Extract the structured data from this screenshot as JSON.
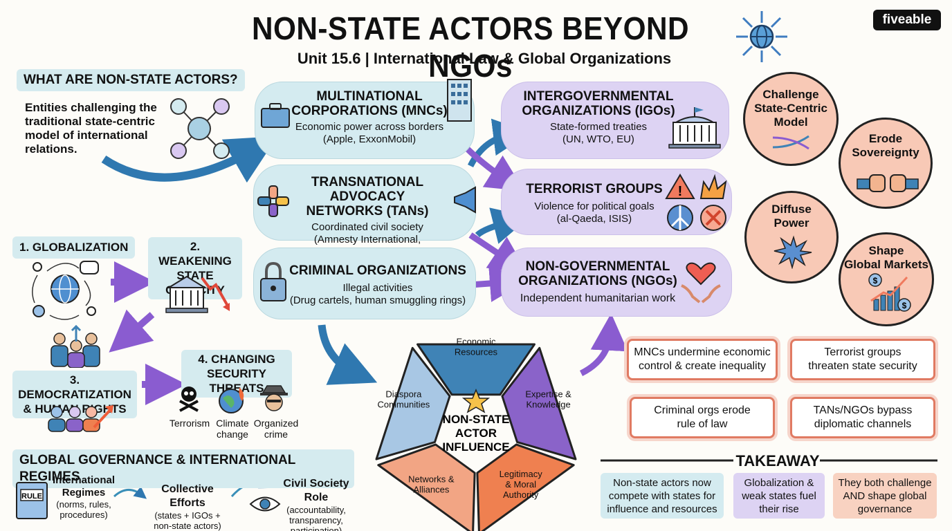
{
  "header": {
    "title": "NON-STATE ACTORS BEYOND NGOs",
    "subtitle": "Unit 15.6 | International Law & Global Organizations",
    "brand": "fiveable"
  },
  "what": {
    "heading": "WHAT ARE NON-STATE ACTORS?",
    "body": [
      "Entities challenging the",
      "traditional state-centric",
      "model of international",
      "relations."
    ]
  },
  "actors": {
    "mnc": {
      "title": [
        "MULTINATIONAL",
        "CORPORATIONS (MNCs)"
      ],
      "desc": "Economic power across borders",
      "examples": "(Apple, ExxonMobil)"
    },
    "tan": {
      "title": [
        "TRANSNATIONAL ADVOCACY",
        "NETWORKS (TANs)"
      ],
      "desc": "Coordinated civil society",
      "examples": "(Amnesty International, Greenpeace)"
    },
    "crim": {
      "title": [
        "CRIMINAL ORGANIZATIONS"
      ],
      "desc": "Illegal activities",
      "examples": "(Drug cartels, human smuggling rings)"
    },
    "igo": {
      "title": [
        "INTERGOVERNMENTAL",
        "ORGANIZATIONS (IGOs)"
      ],
      "desc": "State-formed treaties",
      "examples": "(UN, WTO, EU)"
    },
    "terror": {
      "title": [
        "TERRORIST GROUPS"
      ],
      "desc": "Violence for political goals",
      "examples": "(al-Qaeda, ISIS)"
    },
    "ngo": {
      "title": [
        "NON-GOVERNMENTAL",
        "ORGANIZATIONS (NGOs)"
      ],
      "desc": "Independent humanitarian work"
    }
  },
  "bubbles": [
    {
      "lines": [
        "Challenge",
        "State-Centric",
        "Model"
      ]
    },
    {
      "lines": [
        "Erode",
        "Sovereignty"
      ]
    },
    {
      "lines": [
        "Diffuse",
        "Power"
      ]
    },
    {
      "lines": [
        "Shape",
        "Global Markets"
      ]
    }
  ],
  "causes": {
    "c1": "1. GLOBALIZATION",
    "c2": [
      "2. WEAKENING",
      "STATE CAPACITY"
    ],
    "c3": [
      "3. DEMOCRATIZATION",
      "& HUMAN RIGHTS"
    ],
    "c4": [
      "4. CHANGING",
      "SECURITY THREATS"
    ],
    "threats": [
      {
        "lines": [
          "Terrorism"
        ]
      },
      {
        "lines": [
          "Climate",
          "change"
        ]
      },
      {
        "lines": [
          "Organized",
          "crime"
        ]
      }
    ]
  },
  "governance": {
    "heading": "GLOBAL GOVERNANCE & INTERNATIONAL REGIMES",
    "book_label": "RULE",
    "regimes": {
      "title": [
        "International",
        "Regimes"
      ],
      "sub": [
        "(norms, rules,",
        "procedures)"
      ]
    },
    "collective": {
      "title": "Collective Efforts",
      "sub": [
        "(states + IGOs +",
        "non-state actors)"
      ]
    },
    "civil": {
      "title": "Civil Society Role",
      "sub": [
        "(accountability,",
        "transparency,",
        "participation)"
      ]
    }
  },
  "pentagon": {
    "center": [
      "NON-STATE",
      "ACTOR",
      "INFLUENCE"
    ],
    "segments": [
      {
        "lines": [
          "Economic",
          "Resources"
        ],
        "color": "#3f83b6"
      },
      {
        "lines": [
          "Expertise &",
          "Knowledge"
        ],
        "color": "#8a63c9"
      },
      {
        "lines": [
          "Legitimacy",
          "& Moral",
          "Authority"
        ],
        "color": "#ef8050"
      },
      {
        "lines": [
          "Networks &",
          "Alliances"
        ],
        "color": "#f2a584"
      },
      {
        "lines": [
          "Diaspora",
          "Communities"
        ],
        "color": "#a8c7e4"
      }
    ]
  },
  "challenges": [
    {
      "lines": [
        "MNCs undermine economic",
        "control & create inequality"
      ]
    },
    {
      "lines": [
        "Terrorist groups",
        "threaten state security"
      ]
    },
    {
      "lines": [
        "Criminal orgs erode",
        "rule of law"
      ]
    },
    {
      "lines": [
        "TANs/NGOs bypass",
        "diplomatic channels"
      ]
    }
  ],
  "takeaway": {
    "heading": "TAKEAWAY",
    "items": [
      {
        "lines": [
          "Non-state actors now",
          "compete with states for",
          "influence and resources"
        ],
        "color": "#d4ebf0"
      },
      {
        "lines": [
          "Globalization &",
          "weak states fuel",
          "their rise"
        ],
        "color": "#ddd3f3"
      },
      {
        "lines": [
          "They both challenge",
          "AND shape global",
          "governance"
        ],
        "color": "#f8d2c1"
      }
    ]
  },
  "colors": {
    "teal": "#d4ebf0",
    "purple": "#ddd3f3",
    "peach": "#f8c9b6",
    "blue_arrow": "#2f78b0",
    "purple_arrow": "#8a5cd0",
    "red_border": "#e07a62"
  }
}
